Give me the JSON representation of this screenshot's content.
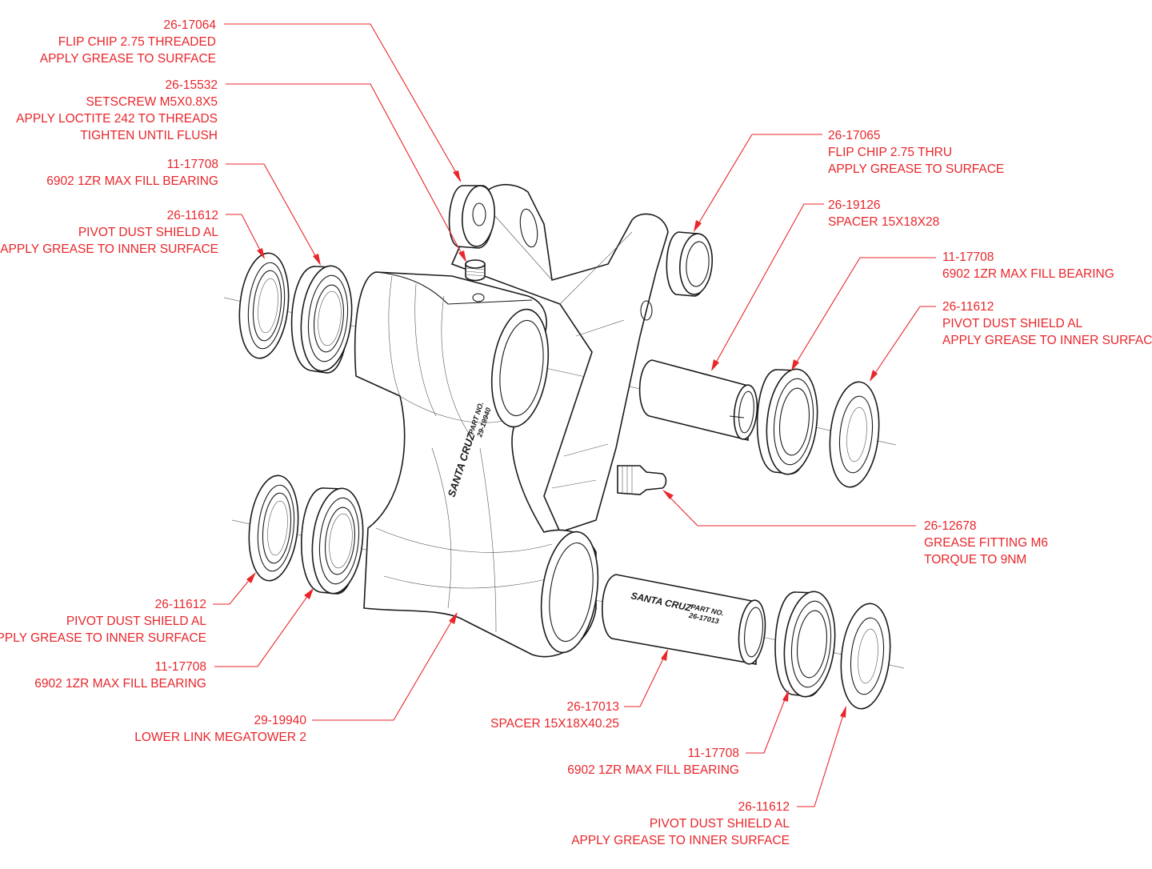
{
  "accent_color": "#e8262b",
  "line_color": "#1a1a1a",
  "callouts": [
    {
      "id": "flipchip-threaded",
      "lines": [
        "26-17064",
        "FLIP CHIP 2.75 THREADED",
        "APPLY GREASE TO SURFACE"
      ]
    },
    {
      "id": "setscrew",
      "lines": [
        "26-15532",
        "SETSCREW M5X0.8X5",
        "APPLY LOCTITE 242 TO THREADS",
        "TIGHTEN UNTIL FLUSH"
      ]
    },
    {
      "id": "bearing-ul",
      "lines": [
        "11-17708",
        "6902 1ZR MAX FILL BEARING"
      ]
    },
    {
      "id": "shield-ul",
      "lines": [
        "26-11612",
        "PIVOT DUST SHIELD AL",
        "APPLY GREASE TO INNER SURFACE"
      ]
    },
    {
      "id": "flipchip-thru",
      "lines": [
        "26-17065",
        "FLIP CHIP 2.75 THRU",
        "APPLY GREASE TO SURFACE"
      ]
    },
    {
      "id": "spacer-upper",
      "lines": [
        "26-19126",
        "SPACER 15X18X28"
      ]
    },
    {
      "id": "bearing-ur",
      "lines": [
        "11-17708",
        "6902 1ZR MAX FILL BEARING"
      ]
    },
    {
      "id": "shield-ur",
      "lines": [
        "26-11612",
        "PIVOT DUST SHIELD AL",
        "APPLY GREASE TO INNER SURFACE"
      ]
    },
    {
      "id": "grease-fitting",
      "lines": [
        "26-12678",
        "GREASE FITTING M6",
        "TORQUE TO 9NM"
      ]
    },
    {
      "id": "shield-ll",
      "lines": [
        "26-11612",
        "PIVOT DUST SHIELD AL",
        "APPLY GREASE TO INNER SURFACE"
      ]
    },
    {
      "id": "bearing-ll",
      "lines": [
        "11-17708",
        "6902 1ZR MAX FILL BEARING"
      ]
    },
    {
      "id": "lower-link",
      "lines": [
        "29-19940",
        "LOWER LINK MEGATOWER 2"
      ]
    },
    {
      "id": "spacer-lower",
      "lines": [
        "26-17013",
        "SPACER 15X18X40.25"
      ]
    },
    {
      "id": "bearing-lr",
      "lines": [
        "11-17708",
        "6902 1ZR MAX FILL BEARING"
      ]
    },
    {
      "id": "shield-lr",
      "lines": [
        "26-11612",
        "PIVOT DUST SHIELD AL",
        "APPLY GREASE TO INNER SURFACE"
      ]
    }
  ],
  "etchings": {
    "link_brand": "SANTA CRUZ",
    "link_partno_label": "PART NO.",
    "link_partno": "29-19940",
    "spacer_brand": "SANTA CRUZ",
    "spacer_partno_label": "PART NO.",
    "spacer_partno": "26-17013"
  }
}
